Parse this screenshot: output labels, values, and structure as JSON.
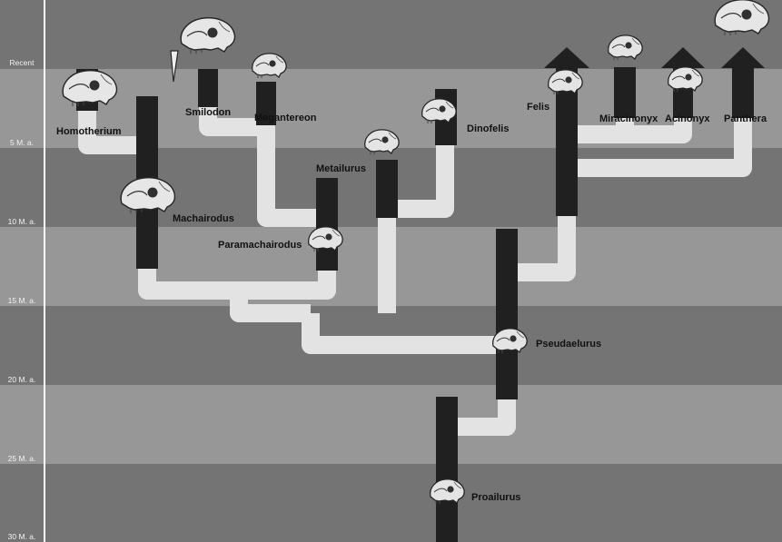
{
  "colors": {
    "band_dark": "#747474",
    "band_light": "#979797",
    "connector": "#e3e3e3",
    "bar": "#202020",
    "axis_line": "#ffffff"
  },
  "time_axis": [
    "Recent",
    "5 M. a.",
    "10 M. a.",
    "15 M. a.",
    "20 M. a.",
    "25 M. a.",
    "30 M. a."
  ],
  "taxa": {
    "homotherium": "Homotherium",
    "smilodon": "Smilodon",
    "megantereon": "Megantereon",
    "machairodus": "Machairodus",
    "paramachairodus": "Paramachairodus",
    "metailurus": "Metailurus",
    "dinofelis": "Dinofelis",
    "felis": "Felis",
    "miracinonyx": "Miracinonyx",
    "acinonyx": "Acinonyx",
    "panthera": "Panthera",
    "pseudaelurus": "Pseudaelurus",
    "proailurus": "Proailurus"
  },
  "extant_arrows": [
    "felis",
    "acinonyx",
    "panthera"
  ],
  "skull_icons": [
    "homotherium",
    "smilodon",
    "megantereon",
    "machairodus",
    "paramachairodus",
    "metailurus",
    "dinofelis",
    "felis",
    "miracinonyx",
    "acinonyx",
    "panthera",
    "pseudaelurus",
    "proailurus"
  ]
}
